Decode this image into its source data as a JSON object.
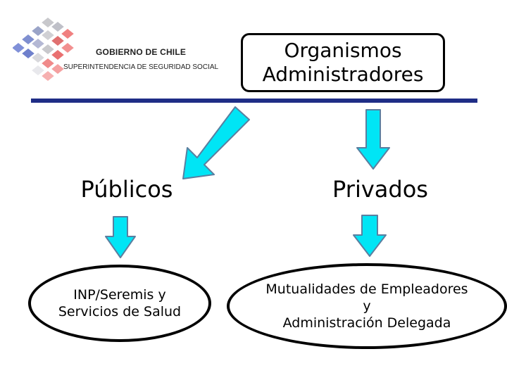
{
  "header": {
    "org_name": "GOBIERNO DE CHILE",
    "org_unit": "SUPERINTENDENCIA DE SEGURIDAD SOCIAL",
    "logo_icon": "cube-grid-logo-icon",
    "rule_color": "#1f2d86"
  },
  "diagram": {
    "root": "Organismos\nAdministradores",
    "branches": [
      {
        "label": "Públicos",
        "child": "INP/Seremis y\nServicios de Salud"
      },
      {
        "label": "Privados",
        "child": "Mutualidades de Empleadores\ny\nAdministración Delegada"
      }
    ],
    "arrow_color": "#00e5f5",
    "arrow_icon": "cyan-arrow-icon"
  }
}
